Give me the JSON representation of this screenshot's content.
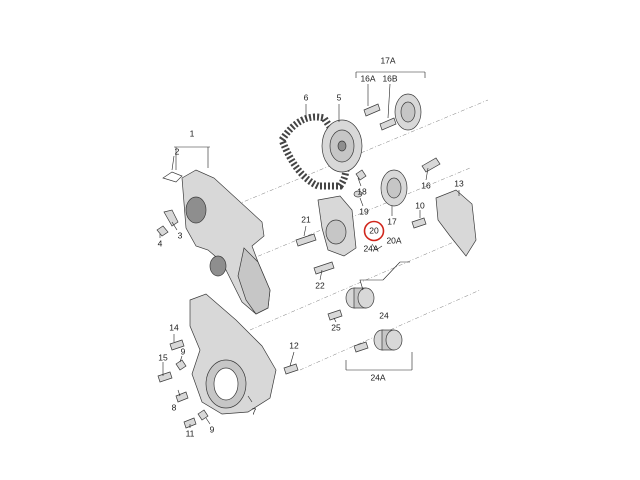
{
  "colors": {
    "highlight": "#d0261c",
    "part_fill": "#d8d8d8",
    "outline": "#3a3a3a",
    "background": "#ffffff"
  },
  "highlighted_callout": "20",
  "callouts": {
    "c1": "1",
    "c2": "2",
    "c3": "3",
    "c4": "4",
    "c5": "5",
    "c6": "6",
    "c7": "7",
    "c8": "8",
    "c9a": "9",
    "c9b": "9",
    "c10": "10",
    "c11": "11",
    "c12": "12",
    "c13": "13",
    "c14": "14",
    "c15": "15",
    "c16": "16",
    "c16a": "16A",
    "c16b": "16B",
    "c17": "17",
    "c17a": "17A",
    "c18": "18",
    "c19": "19",
    "c20": "20",
    "c20a": "20A",
    "c21": "21",
    "c22": "22",
    "c24": "24",
    "c24a1": "24A",
    "c24a2": "24A",
    "c25": "25"
  }
}
